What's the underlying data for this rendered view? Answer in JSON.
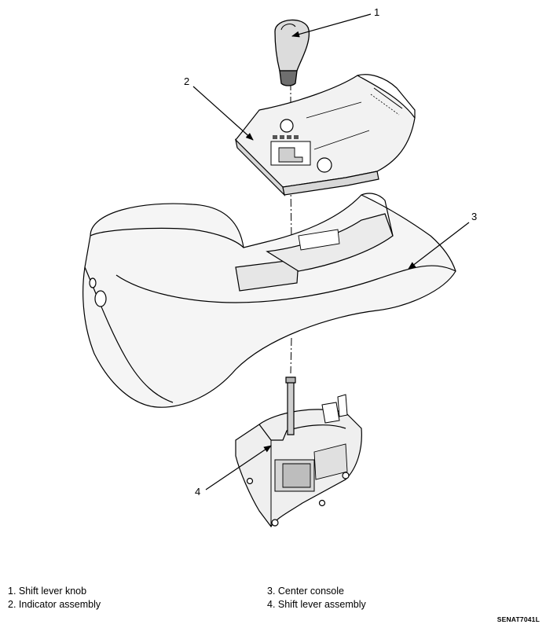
{
  "callouts": [
    {
      "number": "1"
    },
    {
      "number": "2"
    },
    {
      "number": "3"
    },
    {
      "number": "4"
    }
  ],
  "legend": {
    "left": [
      {
        "text": "1.  Shift lever knob"
      },
      {
        "text": "2.  Indicator assembly"
      }
    ],
    "right": [
      {
        "text": "3.  Center console"
      },
      {
        "text": "4.  Shift lever assembly"
      }
    ]
  },
  "figure_code": "SENAT7041L"
}
